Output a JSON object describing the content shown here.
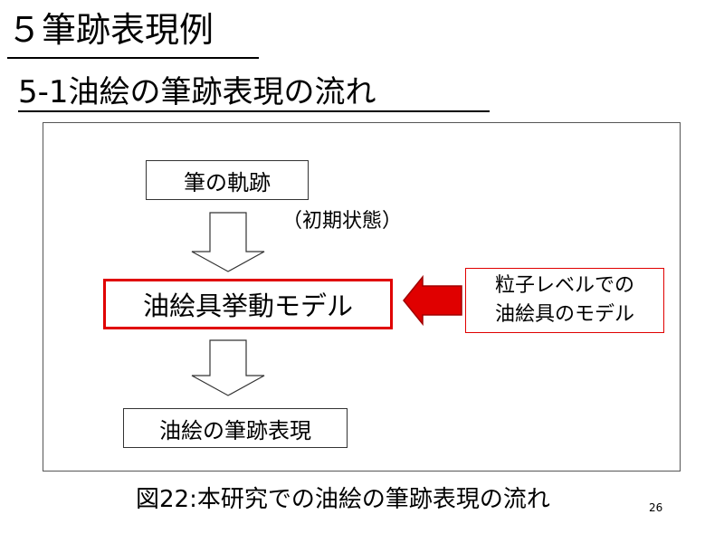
{
  "title": "５筆跡表現例",
  "subtitle": "5-1油絵の筆跡表現の流れ",
  "diagram": {
    "start_box": "筆の軌跡",
    "start_note": "（初期状態）",
    "model_box": "油絵具挙動モデル",
    "particle_box_line1": "粒子レベルでの",
    "particle_box_line2": "油絵具のモデル",
    "result_box": "油絵の筆跡表現"
  },
  "caption": "図22:本研究での油絵の筆跡表現の流れ",
  "page_number": "26",
  "colors": {
    "accent_red": "#e00000",
    "border": "#333333",
    "background": "#ffffff"
  }
}
